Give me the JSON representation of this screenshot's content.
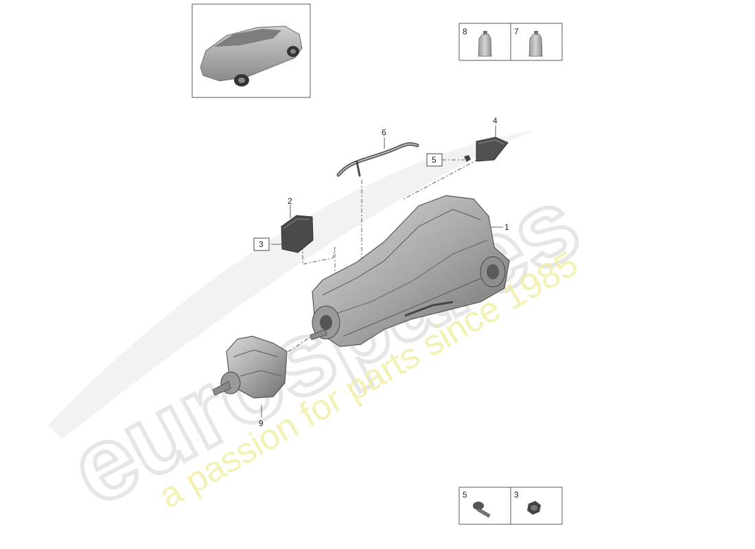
{
  "watermark": {
    "brand": "eurospares",
    "tagline": "a passion for parts since 1985"
  },
  "callouts": {
    "transmission": "1",
    "cover_left": "2",
    "bolt_left_box": "3",
    "cover_right": "4",
    "bolt_right_box": "5",
    "vent_hose": "6",
    "transfer_case": "9"
  },
  "fluid_box": {
    "left_label": "8",
    "right_label": "7"
  },
  "fastener_box": {
    "left_label": "5",
    "right_label": "3"
  }
}
